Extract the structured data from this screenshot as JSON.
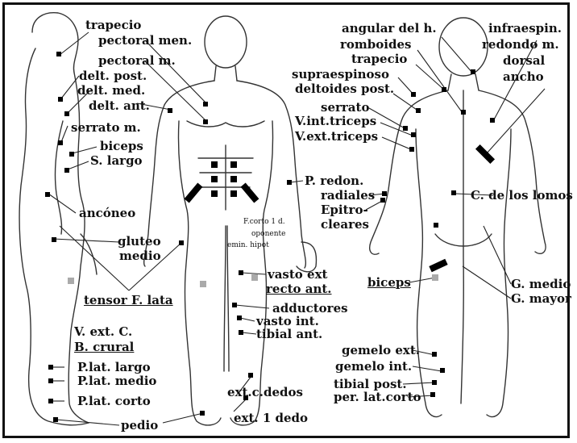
{
  "figure": {
    "labels": {
      "trapecio_left": "trapecio",
      "pectoral_men": "pectoral men.",
      "pectoral_m": "pectoral m.",
      "delt_post": "delt. post.",
      "delt_med": "delt. med.",
      "delt_ant": "delt. ant.",
      "serrato_m": "serrato m.",
      "biceps": "biceps",
      "s_largo": "S. largo",
      "anconeo": "ancóneo",
      "gluteo": "gluteo",
      "medio": "medio",
      "tensor_f_lata": "tensor F. lata",
      "v_ext_c": "V. ext. C.",
      "b_crural": "B. crural",
      "plat_largo": "P.lat. largo",
      "plat_medio": "P.lat. medio",
      "plat_corto": "P.lat. corto",
      "pedio": "pedio",
      "ext_c_dedos": "ext.c.dedos",
      "ext_1_dedo": "ext. 1 dedo",
      "vasto_ext": "vasto ext",
      "recto_ant": "recto ant.",
      "adductores": "adductores",
      "vasto_int": "vasto int.",
      "tibial_ant": "tibial ant.",
      "f_corto_1_d": "F.corto 1 d.",
      "oponente": "oponente",
      "emin_hipot": "emin. hipot",
      "p_redon": "P. redon.",
      "radiales": "radiales",
      "epitro": "Epitro-",
      "cleares": "cleares",
      "angular_del_h": "angular del h.",
      "romboides": "romboides",
      "trapecio_right": "trapecio",
      "supraespinoso": "supraespinoso",
      "deltoides_post": "deltoides post.",
      "serrato_right": "serrato",
      "v_int_triceps": "V.int.triceps",
      "v_ext_triceps": "V.ext.triceps",
      "infraespin": "infraespin.",
      "redondo_m": "redondo m.",
      "dorsal": "dorsal",
      "ancho": "ancho",
      "c_de_los_lomos": "C. de los lomos",
      "biceps_back": "biceps",
      "g_medio": "G. medio",
      "g_mayor": "G. mayor",
      "gemelo_ext": "gemelo ext.",
      "gemelo_int": "gemelo int.",
      "tibial_post": "tibial post.",
      "per_lat_corto": "per. lat.corto"
    }
  }
}
